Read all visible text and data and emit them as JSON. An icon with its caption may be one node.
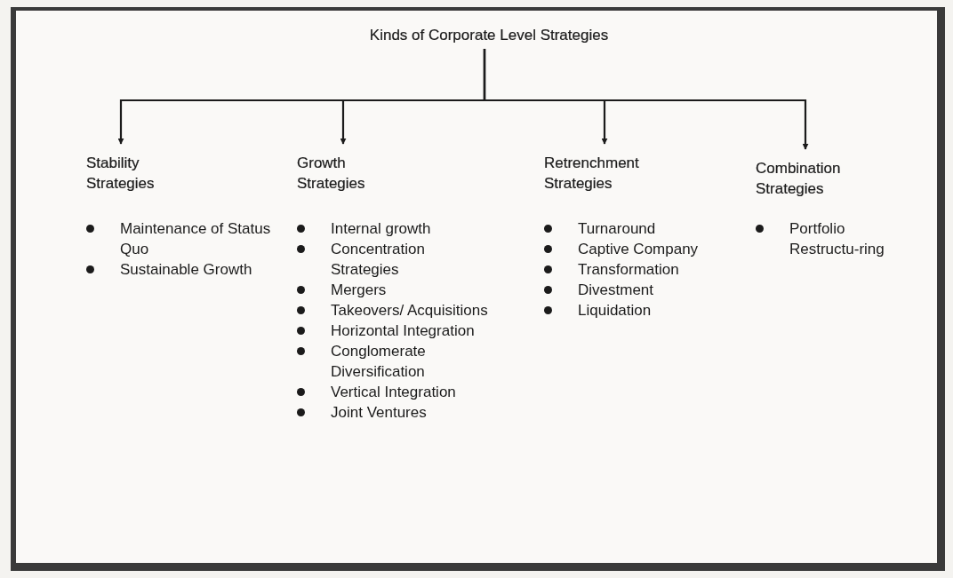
{
  "diagram": {
    "nodes": [
      {
        "text": [
          "Kinds of Corporate Level Strategies"
        ]
      },
      {
        "text": [
          "Stability Strategies",
          "Maintenance of Status Quo",
          "Sustainable Growth"
        ]
      },
      {
        "text": [
          "Growth Strategies",
          "Internal growth",
          "Concentration Strategies",
          "Mergers",
          "Takeovers/ Acquisitions",
          "Horizontal Integration",
          "Conglomerate Diversification",
          "Vertical Integration",
          "Joint Ventures"
        ]
      },
      {
        "text": [
          "Retrenchment Strategies",
          "Turnaround",
          "Captive Company",
          "Transformation",
          "Divestment",
          "Liquidation"
        ]
      },
      {
        "text": [
          "Combination Strategies",
          "Portfolio Restructu-ring"
        ]
      }
    ],
    "edges": [
      {
        "from": 0,
        "to": 1,
        "arrow": "to"
      },
      {
        "from": 0,
        "to": 2,
        "arrow": "to"
      },
      {
        "from": 0,
        "to": 3,
        "arrow": "to"
      },
      {
        "from": 0,
        "to": 4,
        "arrow": "to"
      }
    ]
  }
}
